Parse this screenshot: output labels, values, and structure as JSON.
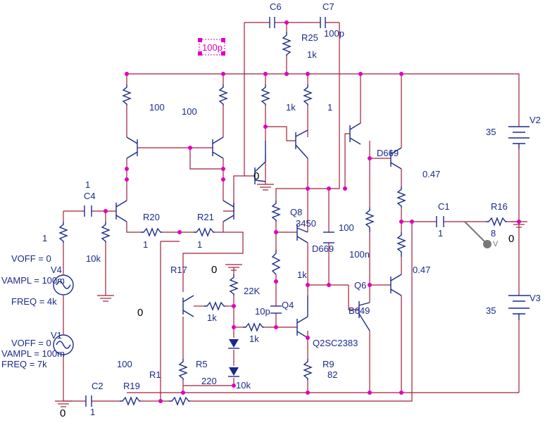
{
  "colors": {
    "wire": "#a0203a",
    "component": "#1a2a8a",
    "node": "#e000c0",
    "background": "#ffffff"
  },
  "labels": {
    "c6": "C6",
    "c7": "C7",
    "r25": "R25",
    "c7_val": "100p",
    "r25_val": "1k",
    "c6_val_sel": "100p",
    "r_100_a": "100",
    "r_100_b": "100",
    "r_1k_a": "1k",
    "r_1_a": "1",
    "v2": "V2",
    "v2_val": "35",
    "v3": "V3",
    "v3_val": "35",
    "d669_top": "D669",
    "r_047_top": "0.47",
    "r_047_bot": "0.47",
    "c1": "C1",
    "c1_val": "1",
    "r16": "R16",
    "r16_val": "8",
    "gnd_right": "0",
    "probe": "V",
    "c4_val": "1",
    "c4": "C4",
    "r_in": "1",
    "r_10k": "10k",
    "r20": "R20",
    "r20_val": "1",
    "r21": "R21",
    "r21_val": "1",
    "q8": "Q8",
    "q8_val": "3450",
    "c_100": "100",
    "d669_mid": "D669",
    "r_100n": "100n",
    "voff1": "VOFF = 0",
    "vampl1": "VAMPL = 100m",
    "freq1": "FREQ = 4k",
    "v4": "V4",
    "voff2": "VOFF = 0",
    "vampl2": "VAMPL = 100m",
    "freq2": "FREQ = 7k",
    "v1": "V1",
    "r17": "R17",
    "gnd_mid": "0",
    "r_22k": "22K",
    "r_1k_b": "1k",
    "r_1k_c": "1k",
    "c_10p": "10p",
    "q4": "Q4",
    "q6": "Q6",
    "b649": "B649",
    "q2": "Q2SC2383",
    "zero_left": "0",
    "r_100_c": "100",
    "r1": "R1",
    "r5": "R5",
    "r5_val": "220",
    "r9": "R9",
    "r9_val": "82",
    "d_10k": "10k",
    "c2": "C2",
    "c2_val": "1",
    "r19": "R19",
    "gnd_bot": "0",
    "gnd_q": "0"
  }
}
